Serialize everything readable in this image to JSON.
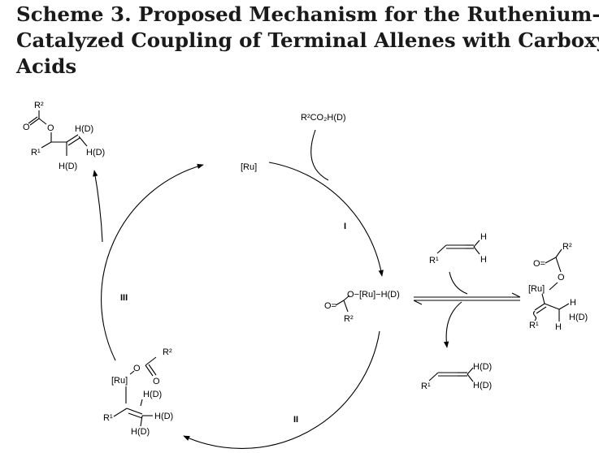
{
  "title": {
    "line1": "Scheme 3. Proposed Mechanism for the Ruthenium-",
    "line2": "Catalyzed Coupling of Terminal Allenes with Carboxylic",
    "line3": "Acids"
  },
  "labels": {
    "ru_catalyst": "[Ru]",
    "reagent_acid": "R²CO₂H(D)",
    "step_1": "I",
    "step_2": "II",
    "step_3": "III",
    "ru_hydride": "O−[Ru]−H(D)",
    "o": "O",
    "o_eq": "O=",
    "r1": "R¹",
    "r2": "R²",
    "h": "H",
    "hd": "H(D)",
    "ru": "[Ru]"
  }
}
